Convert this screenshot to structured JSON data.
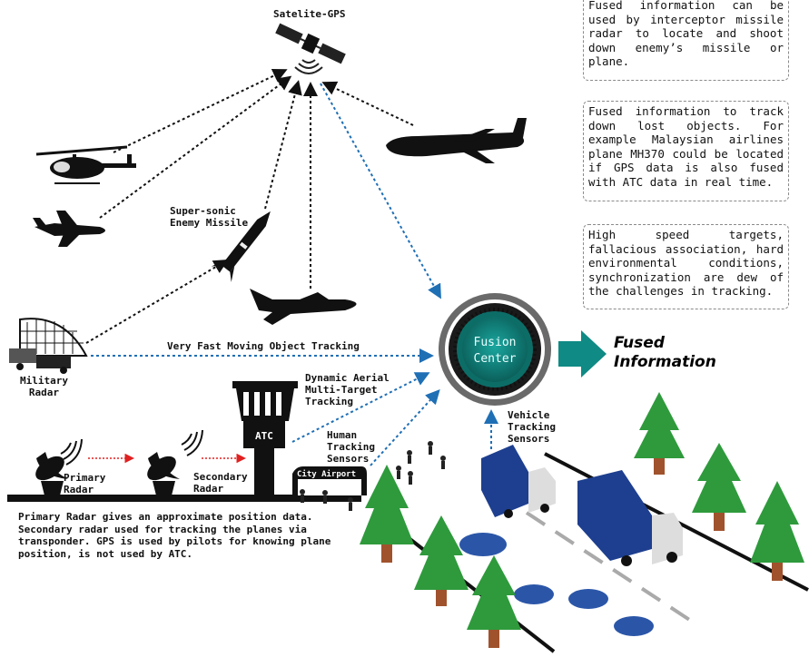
{
  "labels": {
    "satellite": "Satelite-GPS",
    "missile": "Super-sonic\nEnemy Missile",
    "military_radar": "Military\nRadar",
    "fast_tracking": "Very Fast Moving Object Tracking",
    "dynamic": "Dynamic Aerial\nMulti-Target\nTracking",
    "human": "Human\nTracking\nSensors",
    "vehicle": "Vehicle\nTracking\nSensors",
    "primary_radar": "Primary\nRadar",
    "secondary_radar": "Secondary\nRadar",
    "atc": "ATC",
    "city_airport": "City Airport"
  },
  "fusion_center": "Fusion\nCenter",
  "fused_information": "Fused\nInformation",
  "notes": [
    "Fused information can be used by interceptor missile radar to locate and shoot down enemy’s missile or plane.",
    "Fused information to track down lost objects. For example Malaysian airlines plane MH370 could be located if GPS data is also fused with ATC data in real time.",
    "High speed targets, fallacious association, hard environmental conditions, synchronization are dew of the challenges in tracking."
  ],
  "caption": "Primary Radar gives an approximate position data. Secondary radar used for tracking the planes via transponder. GPS is used by pilots for knowing plane position, is not used by ATC.",
  "colors": {
    "blue_arrow": "#1f6fb5",
    "teal": "#0f8a84",
    "truck_blue": "#1e3f8f",
    "tree_green": "#2e9a3c",
    "trunk": "#a0522d",
    "red_arrow": "#e02020"
  }
}
